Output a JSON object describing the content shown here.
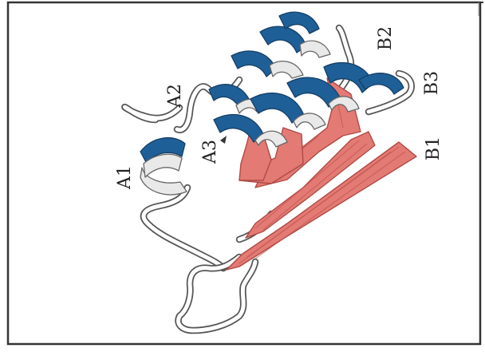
{
  "diagram": {
    "labels": {
      "a1": "A1",
      "a2": "A2",
      "a3": "A3",
      "b1": "B1",
      "b2": "B2",
      "b3": "B3"
    },
    "colors": {
      "helix": "#1f5f97",
      "helix_back": "#e9e9e9",
      "strand": "#e37a74",
      "coil": "#555555",
      "frame": "#333333"
    }
  }
}
